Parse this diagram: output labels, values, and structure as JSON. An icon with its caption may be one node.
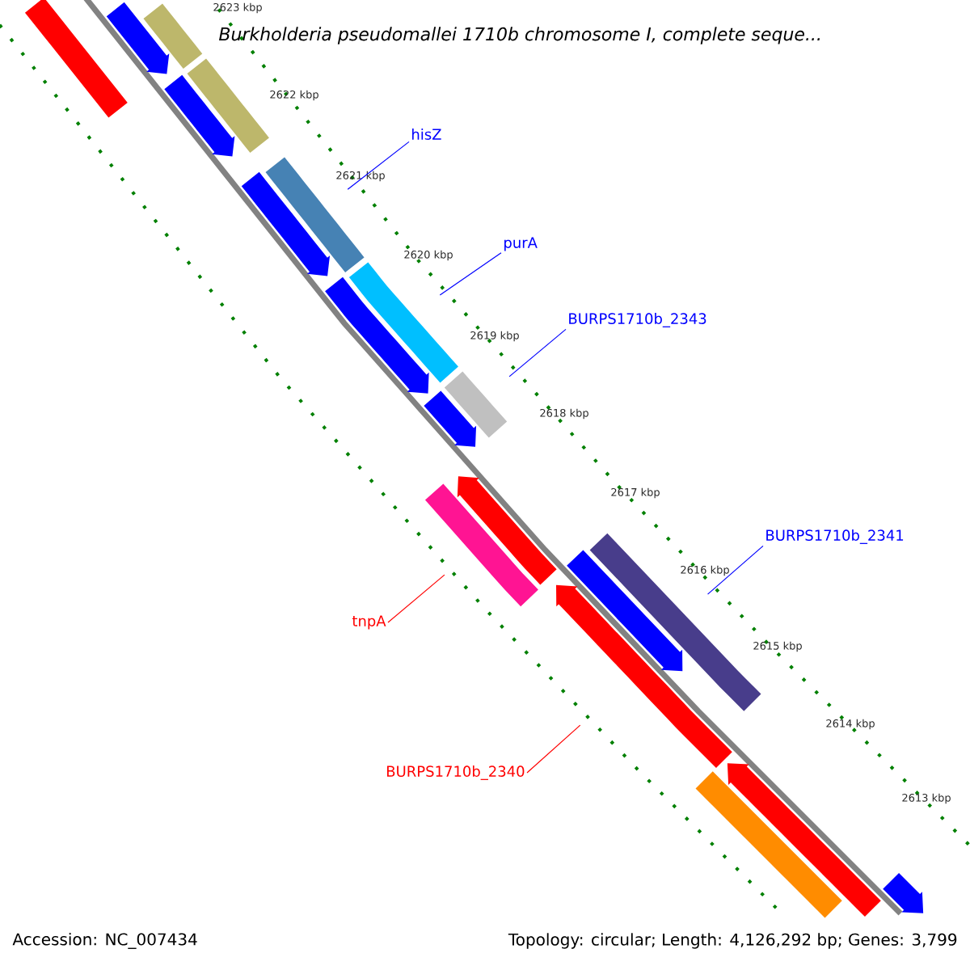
{
  "diagram": {
    "title": "Burkholderia pseudomallei 1710b chromosome I, complete seque...",
    "nodes": [
      {
        "text": [
          "hisZ"
        ]
      },
      {
        "text": [
          "purA"
        ]
      },
      {
        "text": [
          "BURPS1710b_2343"
        ]
      },
      {
        "text": [
          "BURPS1710b_2341"
        ]
      },
      {
        "text": [
          "tnpA"
        ]
      },
      {
        "text": [
          "BURPS1710b_2340"
        ]
      },
      {
        "text": [],
        "shape": "bar"
      },
      {
        "text": [],
        "shape": "bar"
      },
      {
        "text": [],
        "shape": "arrow"
      },
      {
        "text": [],
        "shape": "arrow"
      },
      {
        "text": [],
        "shape": "bar"
      },
      {
        "text": [],
        "shape": "arrow"
      },
      {
        "text": [],
        "shape": "bar"
      },
      {
        "text": [],
        "shape": "arrow"
      },
      {
        "text": [],
        "shape": "bar"
      },
      {
        "text": [],
        "shape": "arrow"
      },
      {
        "text": [],
        "shape": "bar"
      },
      {
        "text": [],
        "shape": "bar"
      },
      {
        "text": [],
        "shape": "arrow"
      },
      {
        "text": [],
        "shape": "arrow"
      },
      {
        "text": [],
        "shape": "bar"
      },
      {
        "text": [],
        "shape": "arrow"
      },
      {
        "text": [],
        "shape": "bar"
      },
      {
        "text": [],
        "shape": "arrow"
      },
      {
        "text": [],
        "shape": "arrow"
      }
    ],
    "edges": [
      {
        "from": 0,
        "to": 12,
        "arrow": "none"
      },
      {
        "from": 1,
        "to": 14,
        "arrow": "none"
      },
      {
        "from": 2,
        "to": 16,
        "arrow": "none"
      },
      {
        "from": 3,
        "to": 20,
        "arrow": "none"
      },
      {
        "from": 4,
        "to": 17,
        "arrow": "none",
        "color": "#ff0000"
      },
      {
        "from": 5,
        "to": 21,
        "arrow": "none",
        "color": "#ff0000"
      }
    ],
    "labels": [
      "2623 kbp",
      "2622 kbp",
      "2621 kbp",
      "2620 kbp",
      "2619 kbp",
      "2618 kbp",
      "2617 kbp",
      "2616 kbp",
      "2615 kbp",
      "2614 kbp",
      "2613 kbp",
      "Accession: NC_007434",
      "Topology: circular; Length: 4,126,292 bp; Genes: 3,799"
    ]
  }
}
